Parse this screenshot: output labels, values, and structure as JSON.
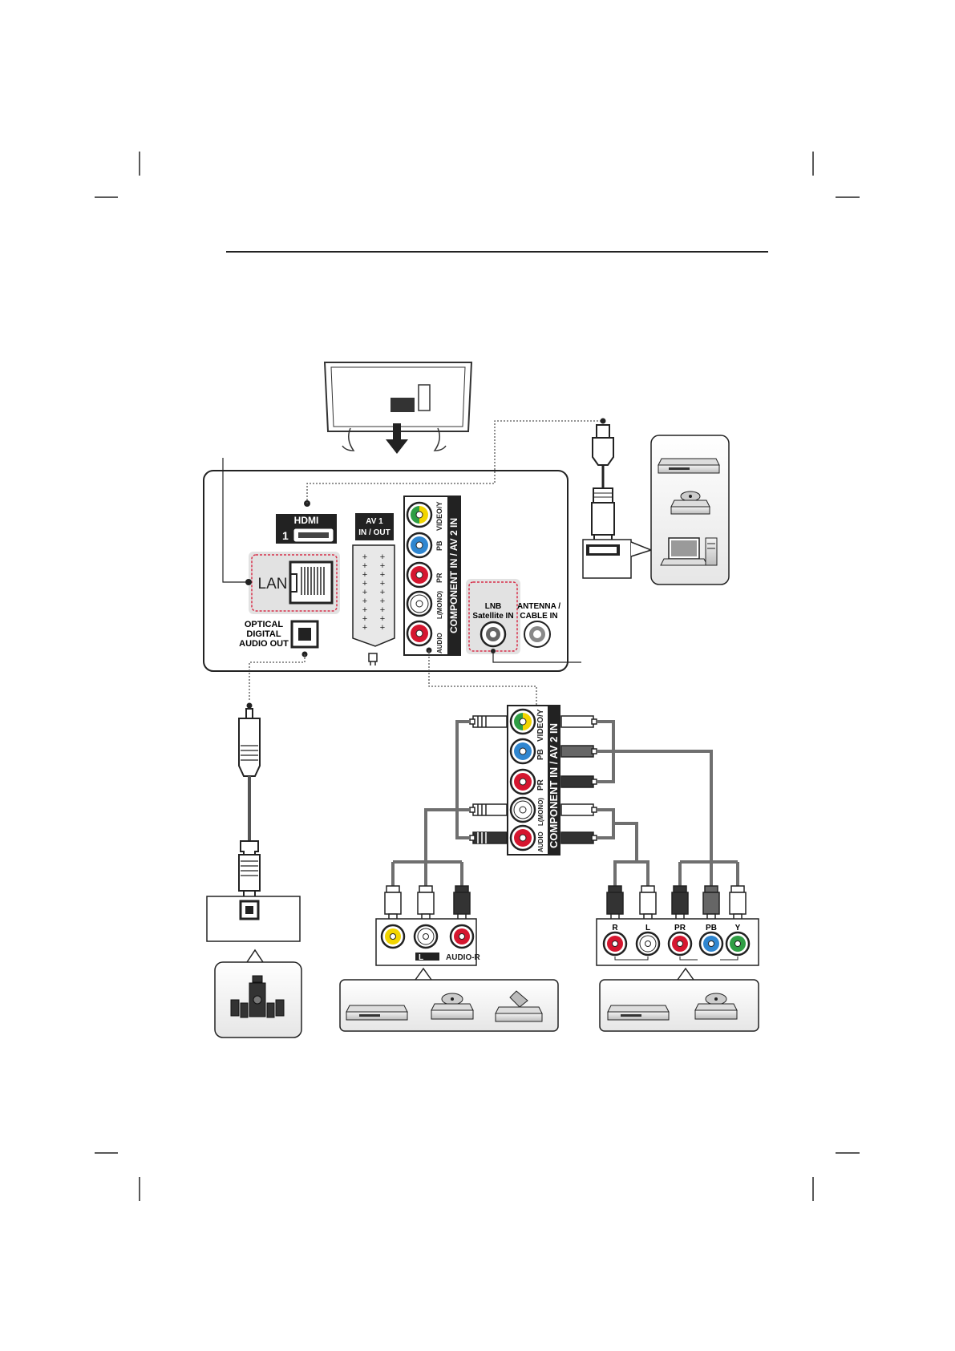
{
  "tv_panel": {
    "hdmi_logo": "HDMI",
    "hdmi_number": "1",
    "lan_label": "LAN",
    "av1_label_line1": "AV 1",
    "av1_label_line2": "IN / OUT",
    "component_vertical_label": "COMPONENT IN / AV 2 IN",
    "video_y_label": "VIDEO/Y",
    "pb_label": "PB",
    "pr_label": "PR",
    "l_mono_label": "L(MONO)",
    "audio_label": "AUDIO",
    "optical_label_line1": "OPTICAL",
    "optical_label_line2": "DIGITAL",
    "optical_label_line3": "AUDIO OUT",
    "lnb_label_line1": "LNB",
    "lnb_label_line2": "Satellite IN",
    "antenna_label_line1": "ANTENNA /",
    "antenna_label_line2": "CABLE IN"
  },
  "breakout_panel": {
    "vertical_label": "COMPONENT IN / AV 2 IN",
    "video_y_label": "VIDEO/Y",
    "pb_label": "PB",
    "pr_label": "PR",
    "l_mono_label": "L(MONO)",
    "audio_label": "AUDIO"
  },
  "composite_device": {
    "l_label": "L",
    "audio_r_label": "AUDIO-R"
  },
  "component_device": {
    "r_label": "R",
    "l_label": "L",
    "pr_label": "PR",
    "pb_label": "PB",
    "y_label": "Y"
  },
  "colors": {
    "video_yellow": "#f2d500",
    "green": "#2f9e44",
    "blue": "#2f86d0",
    "red": "#d5162f",
    "white_jack": "#ffffff",
    "cable_gray": "#6f6f6f",
    "panel_dark": "#222222",
    "dotted_red": "#d8304a"
  },
  "icons": [
    "tv-rear-icon",
    "hdmi-cable-icon",
    "dvd-player-icon",
    "disc-player-icon",
    "laptop-icon",
    "desktop-pc-icon",
    "speaker-system-icon",
    "camcorder-icon",
    "optical-cable-icon"
  ]
}
